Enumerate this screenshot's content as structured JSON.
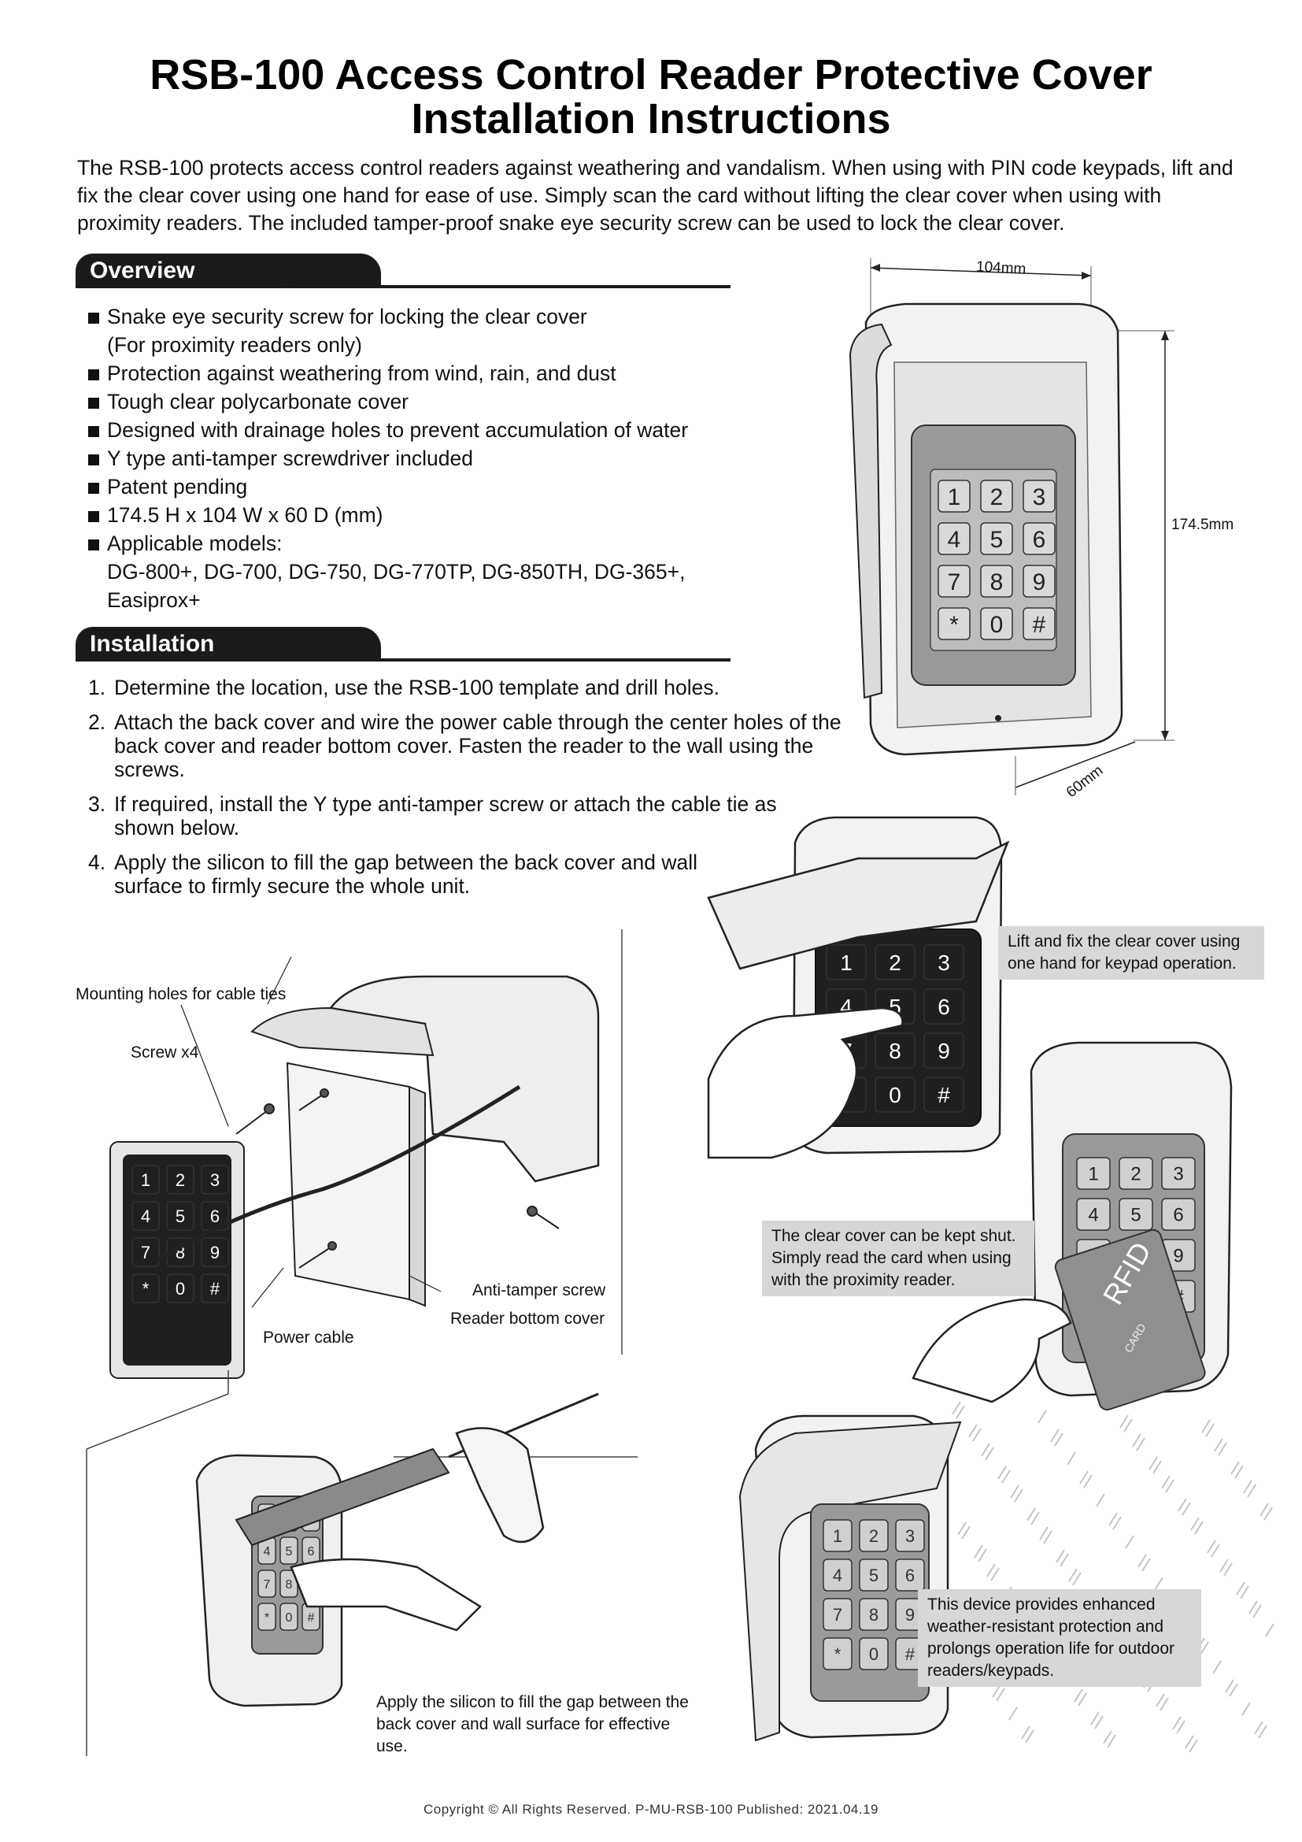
{
  "title": {
    "line1": "RSB-100 Access Control Reader Protective Cover",
    "line2": "Installation Instructions"
  },
  "intro": "The RSB-100 protects access control readers against weathering and vandalism. When using with PIN code keypads, lift and fix the clear cover using one hand for ease of use. Simply scan the card without lifting the clear cover when using with proximity readers. The included tamper-proof snake eye security screw can be used to lock the clear cover.",
  "overview": {
    "heading": "Overview",
    "items": [
      "Snake eye security screw for locking  the clear cover",
      "Protection against weathering from wind, rain, and dust",
      "Tough clear polycarbonate cover",
      "Designed with drainage holes to prevent accumulation of water",
      "Y type anti-tamper screwdriver included",
      "Patent pending",
      "174.5 H x 104 W x 60 D (mm)",
      "Applicable models:"
    ],
    "item0_sub": "(For proximity readers only)",
    "models_line1": "DG-800+, DG-700, DG-750, DG-770TP, DG-850TH, DG-365+,",
    "models_line2": "Easiprox+"
  },
  "installation": {
    "heading": "Installation",
    "steps": [
      {
        "num": "1.",
        "text": "Determine the location, use the RSB-100 template and drill holes."
      },
      {
        "num": "2.",
        "text": "Attach the back cover and wire the power cable through the center holes of the back cover and reader bottom cover. Fasten the reader to the wall using the screws."
      },
      {
        "num": "3.",
        "text": "If required, install the Y type anti-tamper screw or attach the cable tie as shown below."
      },
      {
        "num": "4.",
        "text": "Apply the silicon to fill the gap between the back cover and wall surface to firmly secure the whole unit."
      }
    ]
  },
  "dimensions": {
    "width": "104mm",
    "height": "174.5mm",
    "depth": "60mm"
  },
  "keypad_keys": [
    "1",
    "2",
    "3",
    "4",
    "5",
    "6",
    "7",
    "8",
    "9",
    "*",
    "0",
    "#"
  ],
  "card_text": "RFID",
  "card_subtext": "CARD",
  "labels": {
    "mounting_holes": "Mounting holes for cable ties",
    "screw": "Screw x4",
    "power_cable": "Power cable",
    "anti_tamper": "Anti-tamper screw",
    "reader_bottom": "Reader bottom cover"
  },
  "callouts": {
    "lift": "Lift and fix the clear cover using one hand for keypad operation.",
    "shut": "The clear cover can be kept shut. Simply read the card when using with the proximity reader.",
    "weather": "This device provides enhanced weather-resistant protection and prolongs operation life for outdoor readers/keypads.",
    "silicon": "Apply the silicon to fill the gap between the back cover and wall surface for effective use."
  },
  "footer": "Copyright ©  All Rights Reserved.   P-MU-RSB-100   Published: 2021.04.19",
  "colors": {
    "heading_bg": "#1a1a1a",
    "callout_bg": "#d7d7d7",
    "keypad_bg": "#9a9a9a"
  }
}
